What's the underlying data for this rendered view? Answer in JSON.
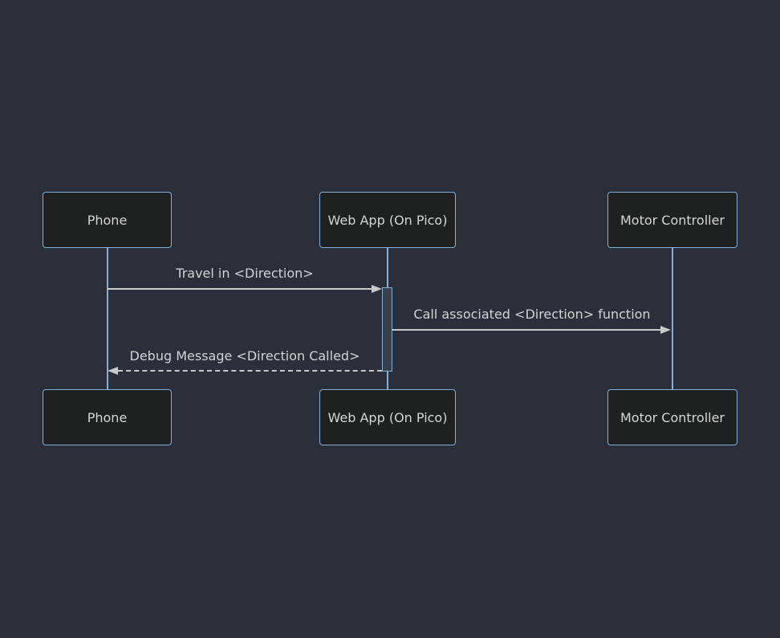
{
  "diagram": {
    "type": "sequence-diagram",
    "actors": [
      {
        "id": "phone",
        "label": "Phone"
      },
      {
        "id": "webapp",
        "label": "Web App (On Pico)"
      },
      {
        "id": "motor",
        "label": "Motor Controller"
      }
    ],
    "messages": [
      {
        "from": "phone",
        "to": "webapp",
        "style": "solid",
        "label": "Travel in <Direction>"
      },
      {
        "from": "webapp",
        "to": "motor",
        "style": "solid",
        "label": "Call associated <Direction> function"
      },
      {
        "from": "webapp",
        "to": "phone",
        "style": "dashed",
        "label": "Debug Message <Direction Called>"
      }
    ],
    "activations": [
      {
        "actor": "webapp",
        "from_message": 0,
        "to_message": 2
      }
    ],
    "colors": {
      "background": "#2a2f3a",
      "actor_fill": "#1f2020",
      "actor_border": "#81b1db",
      "actor_text": "#d6d6d6",
      "lifeline": "#81b1db",
      "signal_line": "#c9c9c9",
      "signal_text": "#d3d3d3",
      "activation_fill": "#3b4048",
      "activation_border": "#81b1db"
    }
  }
}
